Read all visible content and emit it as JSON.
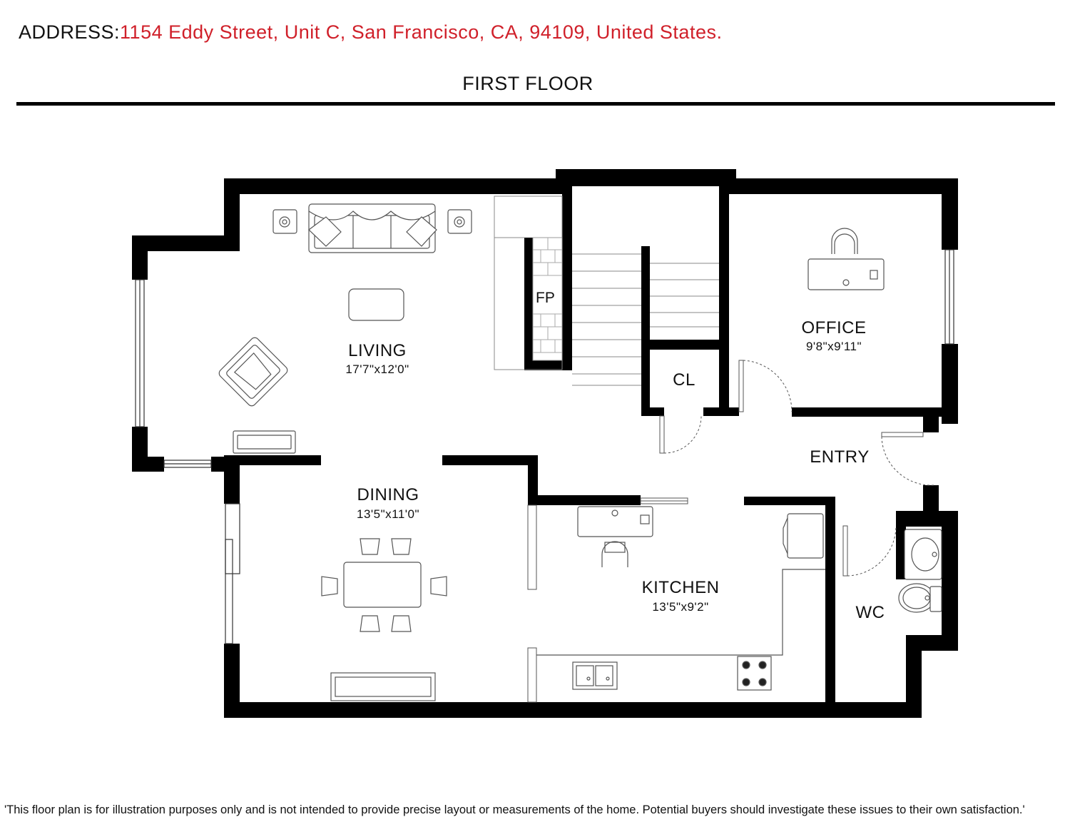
{
  "header": {
    "address_label": "ADDRESS:",
    "address_value": "1154 Eddy Street, Unit C, San Francisco, CA, 94109, United States.",
    "floor_title": "FIRST FLOOR"
  },
  "rooms": {
    "living": {
      "name": "LIVING",
      "dims": "17'7\"x12'0\""
    },
    "dining": {
      "name": "DINING",
      "dims": "13'5\"x11'0\""
    },
    "kitchen": {
      "name": "KITCHEN",
      "dims": "13'5\"x9'2\""
    },
    "office": {
      "name": "OFFICE",
      "dims": "9'8\"x9'11\""
    },
    "entry": {
      "name": "ENTRY"
    },
    "wc": {
      "name": "WC"
    },
    "closet": {
      "name": "CL"
    },
    "fireplace": {
      "name": "FP"
    }
  },
  "colors": {
    "address_accent": "#d0202a",
    "wall": "#000000"
  },
  "footer": {
    "disclaimer": "'This floor plan is for illustration purposes only and is not intended to provide precise layout or measurements of the home. Potential buyers should investigate these issues to their own satisfaction.'"
  }
}
